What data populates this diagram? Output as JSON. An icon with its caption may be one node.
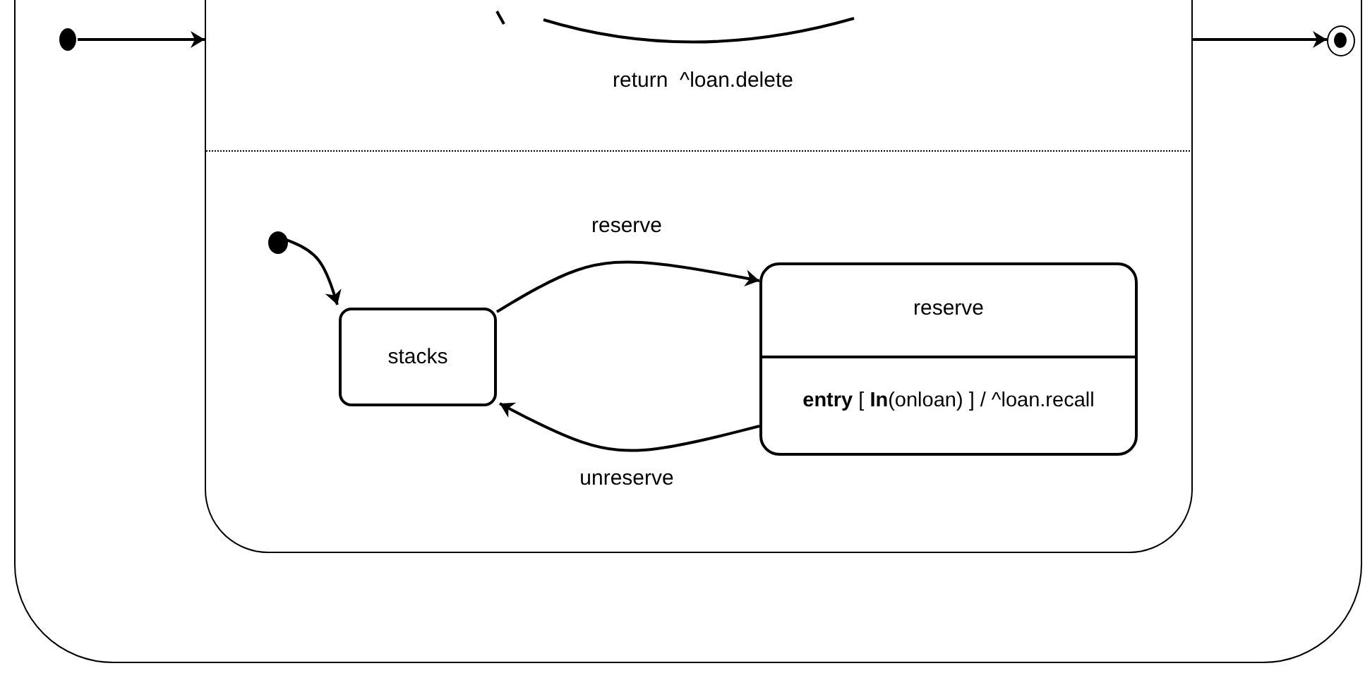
{
  "diagram": {
    "nodes": [
      {
        "text": [],
        "shape": "box"
      },
      {
        "text": [],
        "shape": "box",
        "in": 0
      },
      {
        "text": [],
        "shape": "circle",
        "in": 0
      },
      {
        "text": [],
        "shape": "circle",
        "in": 0
      },
      {
        "text": [],
        "shape": "circle",
        "in": 1
      },
      {
        "text": [
          "stacks"
        ],
        "in": 1
      },
      {
        "text": [
          "reserve",
          "**entry** [ **In**(onloan) ] / ^loan.recall"
        ],
        "in": 1
      }
    ],
    "edges": [
      {
        "from": 2,
        "to": 1,
        "arrow": "to"
      },
      {
        "from": 1,
        "to": 3,
        "arrow": "to"
      },
      {
        "from": 4,
        "to": 5,
        "arrow": "to"
      },
      {
        "from": 5,
        "to": 6,
        "label": "reserve",
        "arrow": "to"
      },
      {
        "from": 6,
        "to": 5,
        "label": "unreserve",
        "arrow": "to"
      }
    ],
    "labels": [
      "return  ^loan.delete"
    ]
  }
}
